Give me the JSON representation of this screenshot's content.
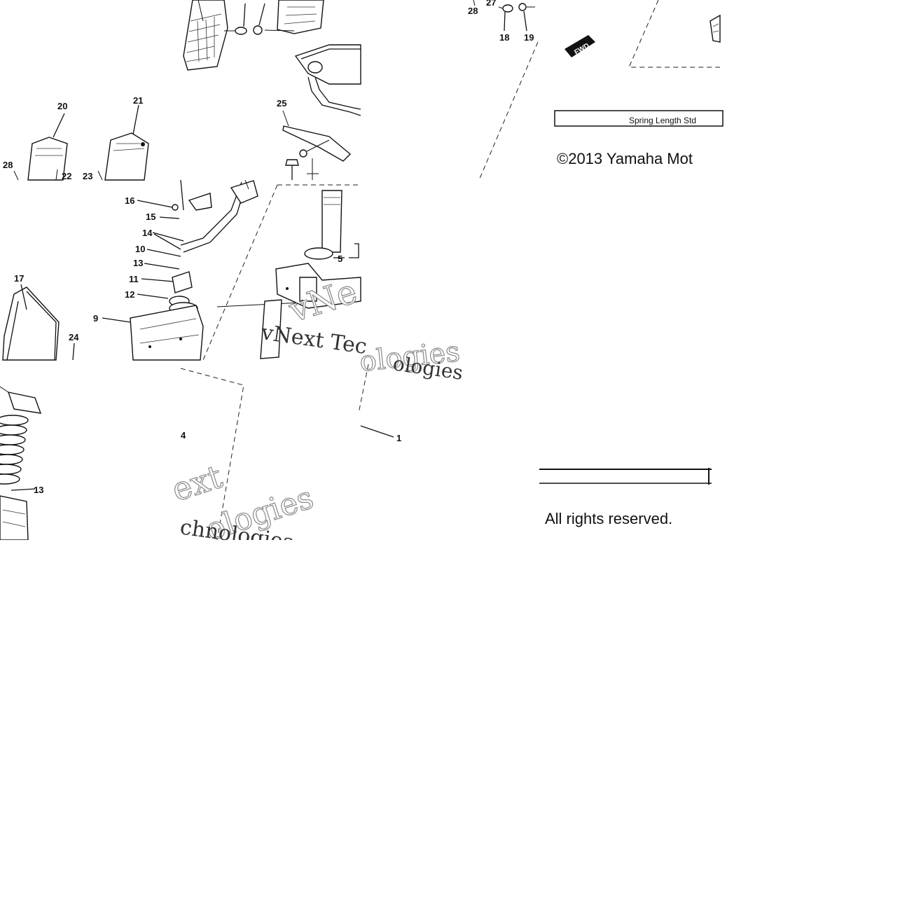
{
  "callouts": {
    "c28a": "28",
    "c27": "27",
    "c18": "18",
    "c19": "19",
    "c20": "20",
    "c21": "21",
    "c25": "25",
    "c28b": "28",
    "c22": "22",
    "c23": "23",
    "c16": "16",
    "c15": "15",
    "c14": "14",
    "c10": "10",
    "c13a": "13",
    "c11": "11",
    "c12": "12",
    "c9": "9",
    "c17": "17",
    "c24": "24",
    "c5": "5",
    "c4": "4",
    "c1": "1",
    "c13b": "13"
  },
  "labels": {
    "fwd": "FWD",
    "spring_length": "Spring Length Std",
    "copyright": "©2013 Yamaha Mot",
    "rights": "All rights reserved."
  },
  "watermarks": {
    "w1": "vNext Tec",
    "w2": "vNe",
    "w3": "ologies",
    "w4": "ext",
    "w5": "chnologies",
    "w6": "ologies"
  },
  "icons": {
    "fwd": "fwd-arrow-icon"
  }
}
